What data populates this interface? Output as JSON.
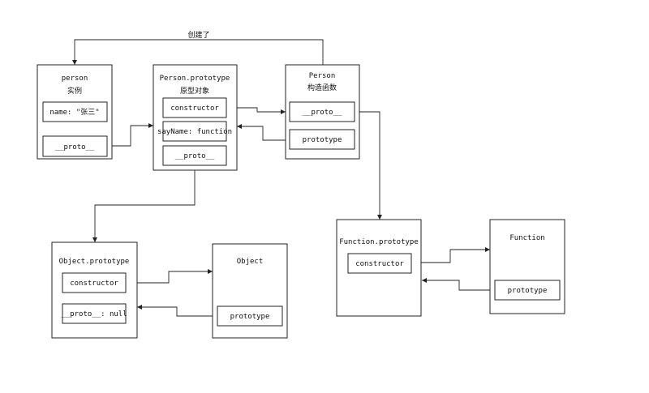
{
  "top_edge_label": "创建了",
  "person": {
    "title": "person",
    "subtitle": "实例",
    "name_field": "name: \"张三\"",
    "proto_field": "__proto__"
  },
  "person_prototype": {
    "title": "Person.prototype",
    "subtitle": "原型对象",
    "constructor_field": "constructor",
    "sayname_field": "sayName: function",
    "proto_field": "__proto__"
  },
  "Person": {
    "title": "Person",
    "subtitle": "构造函数",
    "proto_field": "__proto__",
    "prototype_field": "prototype"
  },
  "function_prototype": {
    "title": "Function.prototype",
    "constructor_field": "constructor"
  },
  "Function": {
    "title": "Function",
    "prototype_field": "prototype"
  },
  "object_prototype": {
    "title": "Object.prototype",
    "constructor_field": "constructor",
    "proto_field": "__proto__: null"
  },
  "Object": {
    "title": "Object",
    "prototype_field": "prototype"
  }
}
